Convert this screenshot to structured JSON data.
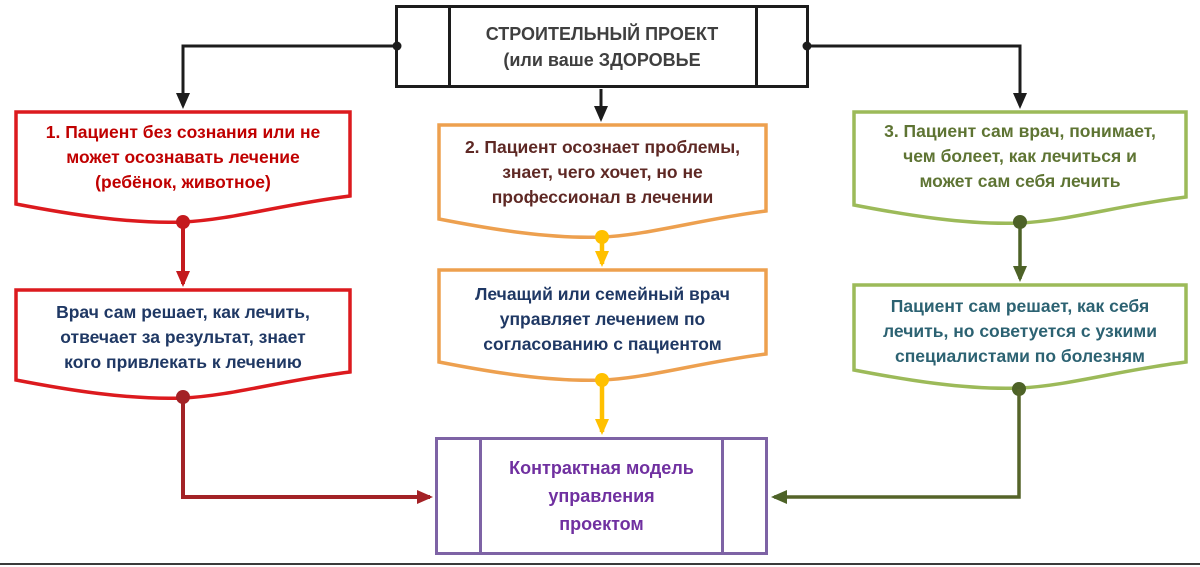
{
  "diagram": {
    "title_box": {
      "line1": "СТРОИТЕЛЬНЫЙ ПРОЕКТ",
      "line2": "(или ваше ЗДОРОВЬЕ"
    },
    "branches": [
      {
        "name": "patient-unconscious",
        "condition": {
          "line1": "1. Пациент без сознания или не",
          "line2": "может осознавать лечение",
          "line3": "(ребёнок, животное)"
        },
        "outcome": {
          "line1": "Врач сам решает, как лечить,",
          "line2": "отвечает за результат, знает",
          "line3": "кого привлекать к лечению"
        }
      },
      {
        "name": "patient-aware-not-professional",
        "condition": {
          "line1": "2. Пациент осознает проблемы,",
          "line2": "знает, чего хочет, но не",
          "line3": "профессионал в лечении"
        },
        "outcome": {
          "line1": "Лечащий или семейный врач",
          "line2": "управляет лечением по",
          "line3": "согласованию с пациентом"
        }
      },
      {
        "name": "patient-is-doctor",
        "condition": {
          "line1": "3. Пациент сам врач, понимает,",
          "line2": "чем болеет, как лечиться и",
          "line3": "может сам себя лечить"
        },
        "outcome": {
          "line1": "Пациент сам решает, как себя",
          "line2": "лечить, но советуется с узкими",
          "line3": "специалистами по болезням"
        }
      }
    ],
    "final_box": {
      "line1": "Контрактная модель",
      "line2": "управления",
      "line3": "проектом"
    },
    "colors": {
      "title_border": "#1c1c1c",
      "title_text": "#3f3f3f",
      "branch1_border": "#dc1a1e",
      "branch1_condition_text": "#c00000",
      "branch1_outcome_text": "#1f3864",
      "branch1_connector": "#c41a1e",
      "branch1_final_connector": "#a32226",
      "branch2_border": "#eda04f",
      "branch2_condition_text": "#5e2824",
      "branch2_outcome_text": "#1f3864",
      "branch2_connector": "#ffc000",
      "bran3_border_note": "",
      "branch3_border": "#9cba59",
      "branch3_condition_text": "#5e7433",
      "branch3_outcome_text": "#2c6272",
      "branch3_connector": "#4d6227",
      "final_border": "#7e63a5",
      "final_text": "#7030a0",
      "black_connector": "#1c1c1c"
    }
  }
}
